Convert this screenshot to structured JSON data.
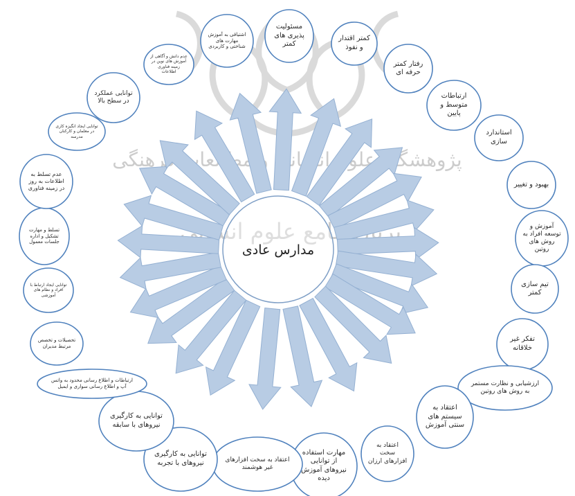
{
  "watermark": {
    "line1": "پژوهشگاه علوم انسانی و مطالعات فرهنگی",
    "line2": "پرتال جامع علوم انسانی"
  },
  "center": {
    "label": "مدارس عادی"
  },
  "nodes": [
    "مسئولیت پذیری های کمتر",
    "کمتر اقتدار و نفوذ",
    "رفتار کمتر حرفه ای",
    "ارتباطات متوسط و پایین",
    "استاندارد سازی",
    "بهبود و تغییر",
    "آموزش و توسعه افراد به روش های روتین",
    "تیم سازی کمتر",
    "تفکر غیر خلاقانه",
    "ارزشیابی و نظارت مستمر به روش های روتین",
    "اعتقاد به سیستم های سنتی آموزش",
    "اعتقاد به سخت افزارهای ارزان",
    "مهارت استفاده از توانایی نیروهای آموزش دیده",
    "اعتقاد به سخت افزارهای غیر هوشمند",
    "توانایی به کارگیری نیروهای با تجربه",
    "توانایی به کارگیری نیروهای با سابقه",
    "ارتباطات و اطلاع رسانی محدود به واتس آپ و اطلاع رسانی سواری و ایمیل",
    "تحصیلات و تخصص مرتبط مدیران",
    "توانایی ایجاد ارتباط با افراد و نظام های آموزشی",
    "تسلط و مهارت تشکیل و اداره جلسات معمول",
    "عدم تسلط به اطلاعات به روز در زمینه فناوری",
    "توانایی ایجاد انگیزه کاری در معلمان و کارکنان مدرسه",
    "توانایی عملکرد در سطح بالا",
    "عدم دانش و آگاهی از آموزش های نوین در زمینه فناوری اطلاعات",
    "اشتیاقی به آموزش مهارت های شناختی و کاربردی"
  ]
}
